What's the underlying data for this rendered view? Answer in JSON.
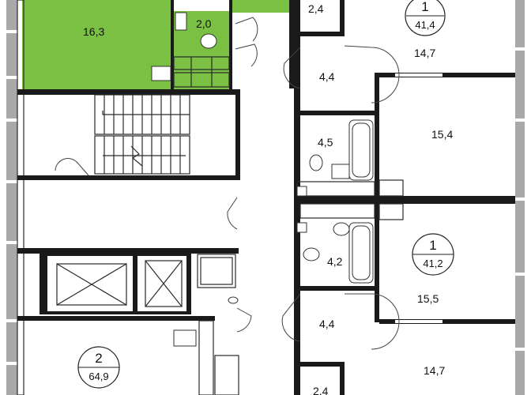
{
  "colors": {
    "highlight": "#7ac143",
    "wall": "#1a1a1a",
    "exterior_wall": "#a9a9a9"
  },
  "rooms": {
    "green_living": "16,3",
    "green_bath": "2,0",
    "top_hall_small": "2,4",
    "top_room": "14,7",
    "hall_upper": "4,4",
    "bath_upper": "4,5",
    "room_upper": "15,4",
    "bath_lower": "4,2",
    "room_lower": "15,5",
    "hall_lower": "4,4",
    "bottom_room": "14,7",
    "bottom_hall_small": "2,4"
  },
  "apartments": {
    "top": {
      "number": "1",
      "area": "41,4"
    },
    "middle": {
      "number": "1",
      "area": "41,2"
    },
    "bottom_left": {
      "number": "2",
      "area": "64,9"
    }
  }
}
